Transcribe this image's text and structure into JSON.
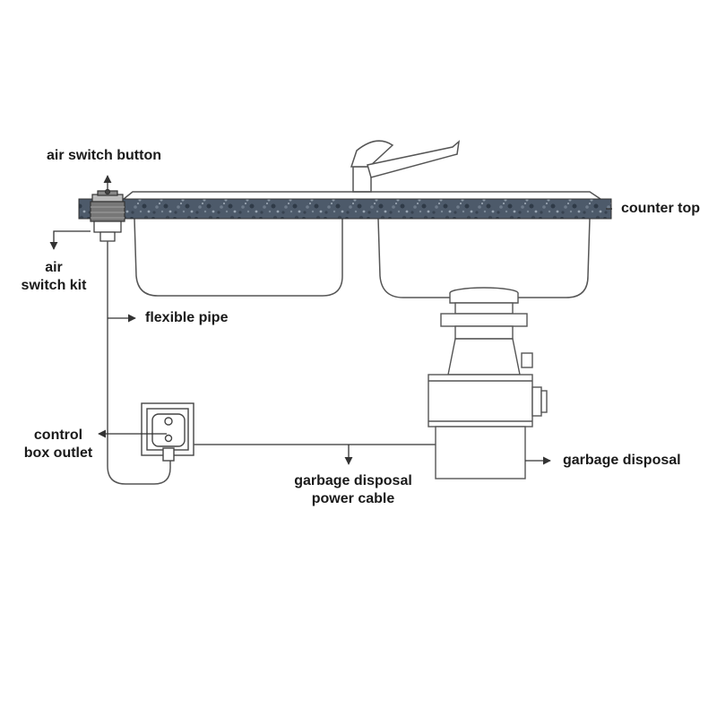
{
  "labels": {
    "air_switch_button": "air switch button",
    "counter_top": "counter top",
    "air_switch_kit_line1": "air",
    "air_switch_kit_line2": "switch kit",
    "flexible_pipe": "flexible pipe",
    "control_box_outlet_line1": "control",
    "control_box_outlet_line2": "box outlet",
    "garbage_disposal": "garbage disposal",
    "power_cable_line1": "garbage disposal",
    "power_cable_line2": "power cable"
  },
  "colors": {
    "line": "#555555",
    "countertop_base": "#4d5a6a",
    "countertop_speckle_dark": "#2f3a47",
    "countertop_speckle_light": "#8e9aa8",
    "text": "#1a1a1a"
  }
}
